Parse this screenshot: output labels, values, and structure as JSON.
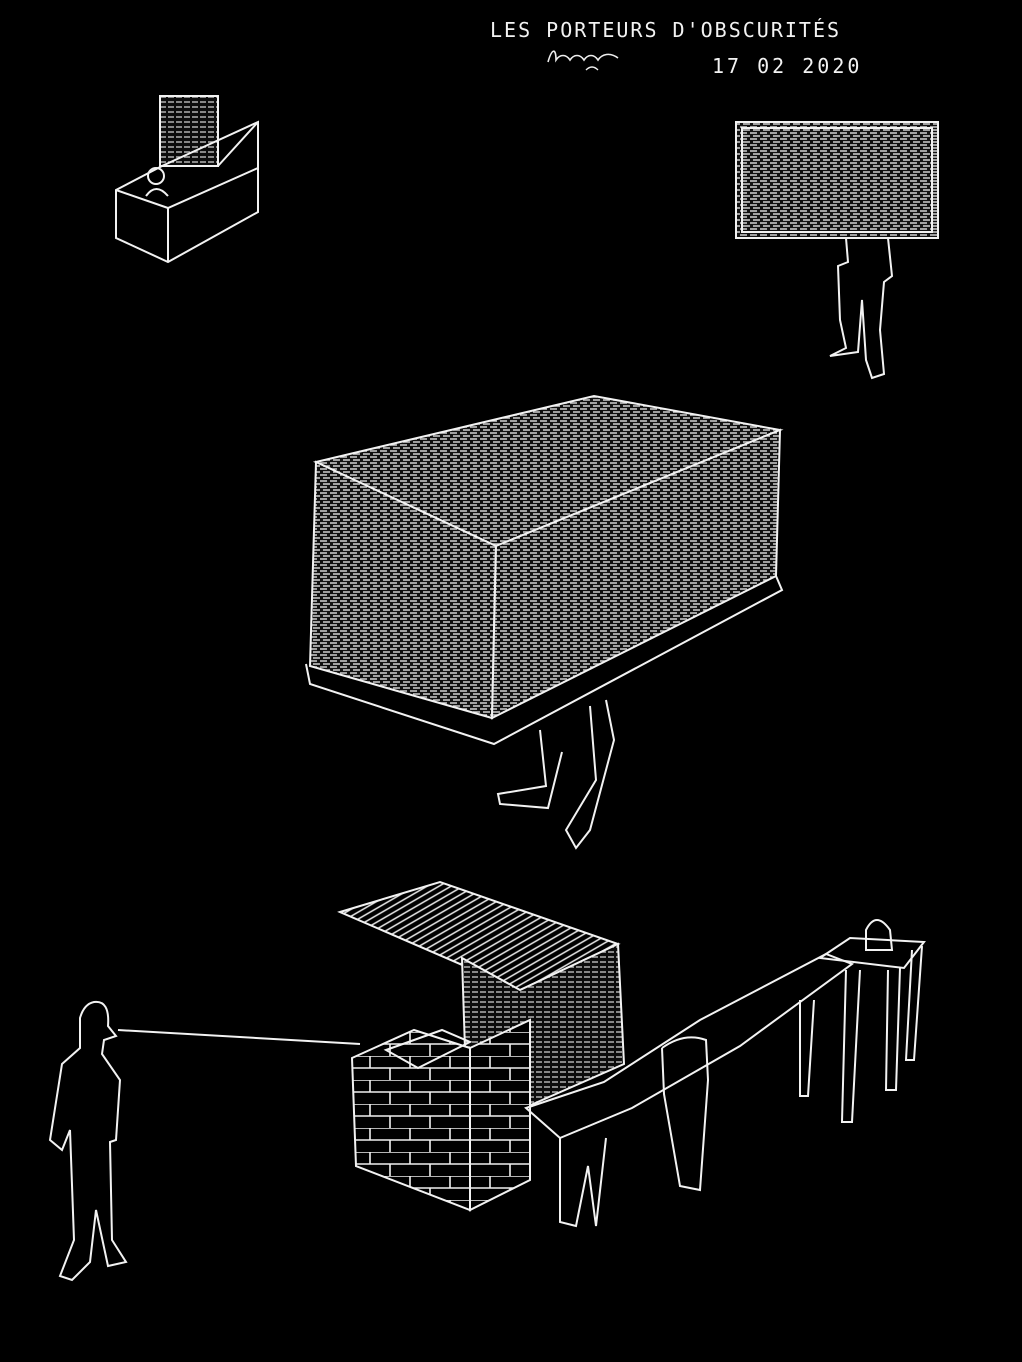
{
  "drawing": {
    "title": "LES PORTEURS D'OBSCURITÉS",
    "signature": "henna",
    "date": "17 02 2020"
  },
  "colors": {
    "background": "#000000",
    "line": "#f2f2f2"
  }
}
